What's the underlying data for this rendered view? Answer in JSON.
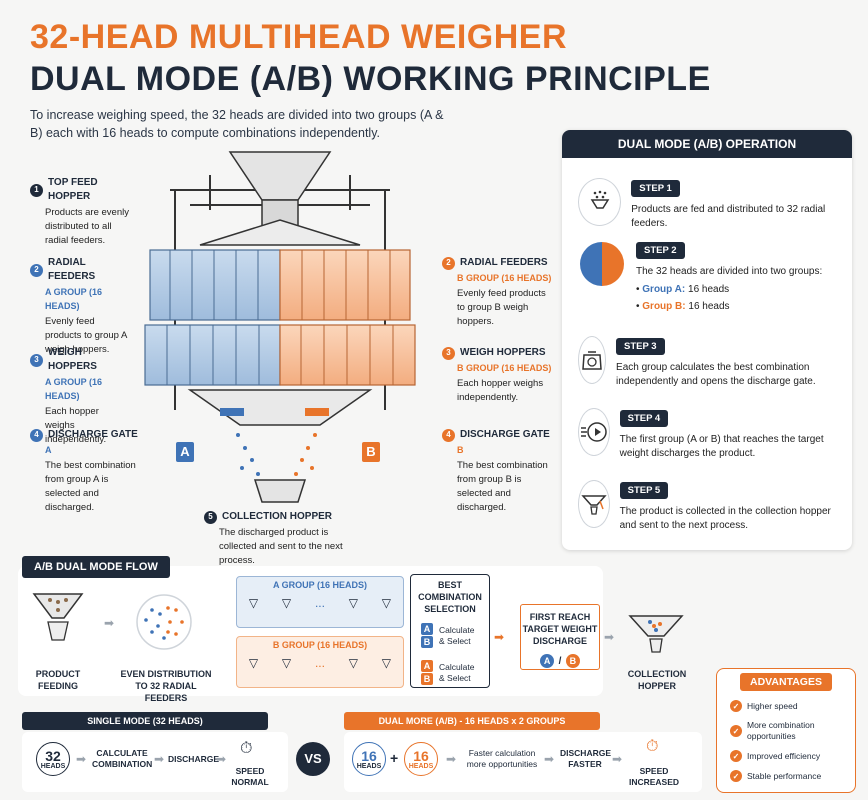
{
  "header": {
    "title_line1": "32-HEAD MULTIHEAD WEIGHER",
    "title_line2": "DUAL MODE (A/B) WORKING PRINCIPLE",
    "intro": "To increase weighing speed, the 32 heads are divided into two groups (A & B) each with 16 heads to compute combinations independently."
  },
  "colors": {
    "navy": "#1f2a3a",
    "orange": "#e8742a",
    "blue": "#3f73b6"
  },
  "callouts": {
    "top_feed": {
      "num": "1",
      "title": "TOP FEED HOPPER",
      "desc": "Products are evenly distributed to all radial feeders."
    },
    "radial_a": {
      "num": "2",
      "title": "RADIAL FEEDERS",
      "sub": "A GROUP (16 HEADS)",
      "desc": "Evenly feed products to group A weigh hoppers."
    },
    "weigh_a": {
      "num": "3",
      "title": "WEIGH HOPPERS",
      "sub": "A GROUP (16 HEADS)",
      "desc": "Each hopper weighs independently."
    },
    "discharge_a": {
      "num": "4",
      "title": "DISCHARGE GATE",
      "sub": "A",
      "desc": "The best combination from group A is selected and discharged."
    },
    "radial_b": {
      "num": "2",
      "title": "RADIAL FEEDERS",
      "sub": "B GROUP (16 HEADS)",
      "desc": "Evenly feed products to group B weigh hoppers."
    },
    "weigh_b": {
      "num": "3",
      "title": "WEIGH HOPPERS",
      "sub": "B GROUP (16 HEADS)",
      "desc": "Each hopper weighs independently."
    },
    "discharge_b": {
      "num": "4",
      "title": "DISCHARGE GATE",
      "sub": "B",
      "desc": "The best combination from group B is selected and discharged."
    },
    "collection": {
      "num": "5",
      "title": "COLLECTION HOPPER",
      "desc": "The discharged product is collected and sent to the next process."
    }
  },
  "machine": {
    "label_a": "A",
    "label_b": "B"
  },
  "operation": {
    "title": "DUAL MODE (A/B) OPERATION",
    "steps": [
      {
        "badge": "STEP 1",
        "text": "Products are fed and distributed to 32 radial feeders.",
        "icon": "feed-hopper-icon"
      },
      {
        "badge": "STEP 2",
        "text": "The 32 heads are divided into two groups:",
        "group_a_label": "Group A:",
        "group_a_value": "16 heads",
        "group_b_label": "Group B:",
        "group_b_value": "16 heads",
        "icon": "split-circle-icon"
      },
      {
        "badge": "STEP 3",
        "text": "Each group calculates the best combination independently and opens the discharge gate.",
        "icon": "scale-icon"
      },
      {
        "badge": "STEP 4",
        "text": "The first group (A or B) that reaches the target weight discharges the product.",
        "icon": "fast-play-icon"
      },
      {
        "badge": "STEP 5",
        "text": "The product is collected in the collection hopper and sent to the next process.",
        "icon": "collection-hopper-icon"
      }
    ]
  },
  "flow": {
    "title": "A/B DUAL MODE FLOW",
    "product_feeding": "PRODUCT FEEDING",
    "even_distribution": "EVEN DISTRIBUTION TO 32 RADIAL FEEDERS",
    "group_a": "A GROUP (16 HEADS)",
    "group_b": "B GROUP (16 HEADS)",
    "dots": "...",
    "best_selection": "BEST COMBINATION SELECTION",
    "calc_a": "Calculate & Select",
    "calc_b": "Calculate & Select",
    "first_reach": "FIRST REACH TARGET WEIGHT DISCHARGE",
    "ab_a": "A",
    "ab_slash": "/",
    "ab_b": "B",
    "collection": "COLLECTION HOPPER"
  },
  "single_mode": {
    "title": "SINGLE MODE (32 HEADS)",
    "heads_num": "32",
    "heads_unit": "HEADS",
    "calc": "CALCULATE COMBINATION",
    "discharge": "DISCHARGE",
    "speed": "SPEED NORMAL"
  },
  "vs": "VS",
  "dual_mode": {
    "title": "DUAL MORE (A/B) - 16 HEADS x 2 GROUPS",
    "a_num": "16",
    "a_unit": "HEADS",
    "plus": "+",
    "b_num": "16",
    "b_unit": "HEADS",
    "faster": "Faster calculation more opportunities",
    "discharge": "DISCHARGE FASTER",
    "speed": "SPEED INCREASED"
  },
  "advantages": {
    "title": "ADVANTAGES",
    "items": [
      "Higher speed",
      "More combination opportunities",
      "Improved efficiency",
      "Stable performance"
    ]
  }
}
